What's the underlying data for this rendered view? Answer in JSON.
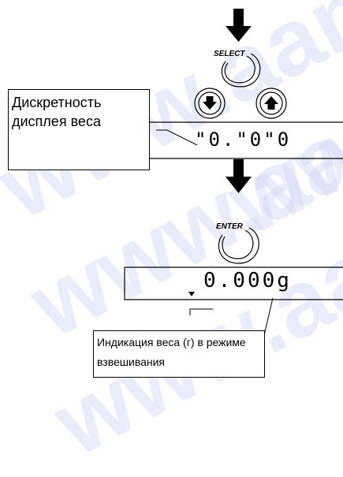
{
  "watermark": "www.aandd",
  "select_button": {
    "label": "SELECT"
  },
  "enter_button": {
    "label": "ENTER"
  },
  "down_key": {
    "icon": "arrow-down-icon"
  },
  "up_key": {
    "icon": "arrow-up-icon"
  },
  "resolution_label": "Дискретность дисплея веса",
  "resolution_display": "\"0.\"0\"0",
  "weight_display": "0.000g",
  "weight_label": "Индикация веса (г) в режиме взвешивания"
}
